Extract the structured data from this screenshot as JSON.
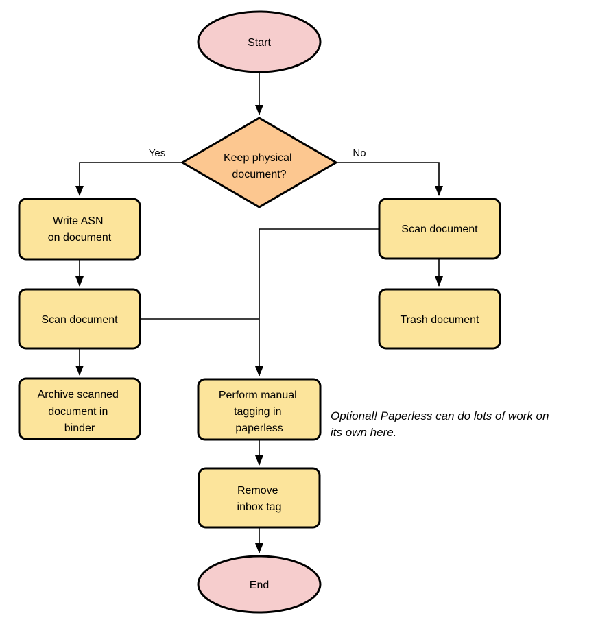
{
  "diagram": {
    "nodes": {
      "start": {
        "label": "Start",
        "type": "terminator"
      },
      "decision": {
        "lines": [
          "Keep physical",
          "document?"
        ],
        "type": "decision"
      },
      "write_asn": {
        "lines": [
          "Write ASN",
          "on document"
        ],
        "type": "process"
      },
      "scan_left": {
        "label": "Scan document",
        "type": "process"
      },
      "archive": {
        "lines": [
          "Archive scanned",
          "document in",
          "binder"
        ],
        "type": "process"
      },
      "scan_right": {
        "label": "Scan document",
        "type": "process"
      },
      "trash": {
        "label": "Trash document",
        "type": "process"
      },
      "tagging": {
        "lines": [
          "Perform manual",
          "tagging in",
          "paperless"
        ],
        "type": "process"
      },
      "remove_inbox": {
        "lines": [
          "Remove",
          "inbox tag"
        ],
        "type": "process"
      },
      "end": {
        "label": "End",
        "type": "terminator"
      }
    },
    "edge_labels": {
      "yes": "Yes",
      "no": "No"
    },
    "note": {
      "lines": [
        "Optional! Paperless can do lots of work on",
        "its own here."
      ]
    },
    "colors": {
      "terminator_fill": "#F6CDCD",
      "decision_fill": "#FCC790",
      "process_fill": "#FCE49B",
      "stroke": "#000000"
    }
  }
}
